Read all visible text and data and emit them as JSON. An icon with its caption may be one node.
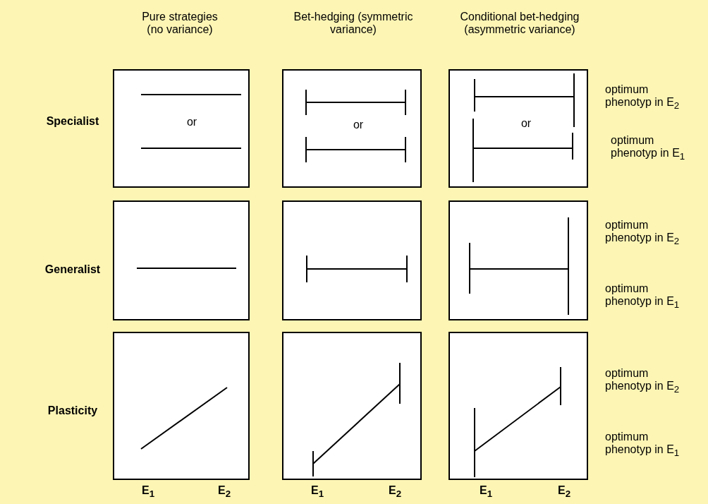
{
  "diagram": {
    "nodes": [
      {
        "text": [
          "or"
        ]
      },
      {
        "text": [
          "or"
        ]
      },
      {
        "text": [
          "or"
        ]
      },
      {
        "text": [],
        "shape": "box"
      },
      {
        "text": [],
        "shape": "box"
      },
      {
        "text": [],
        "shape": "box"
      },
      {
        "text": [],
        "shape": "box"
      },
      {
        "text": [],
        "shape": "box"
      },
      {
        "text": [],
        "shape": "box"
      }
    ],
    "edges": [],
    "labels": [
      "Pure strategies (no variance)",
      "Bet-hedging (symmetric variance)",
      "Conditional bet-hedging (asymmetric variance)",
      "Specialist",
      "optimum phenotyp in E$_{2}$",
      "optimum phenotyp in E$_{1}$",
      "Generalist",
      "optimum phenotyp in E$_{2}$",
      "optimum phenotyp in E$_{1}$",
      "Plasticity",
      "optimum phenotyp in E$_{2}$",
      "optimum phenotyp in E$_{1}$",
      "E$_{1}$",
      "E$_{2}$",
      "E$_{1}$",
      "E$_{2}$",
      "E$_{1}$",
      "E$_{2}$"
    ]
  }
}
